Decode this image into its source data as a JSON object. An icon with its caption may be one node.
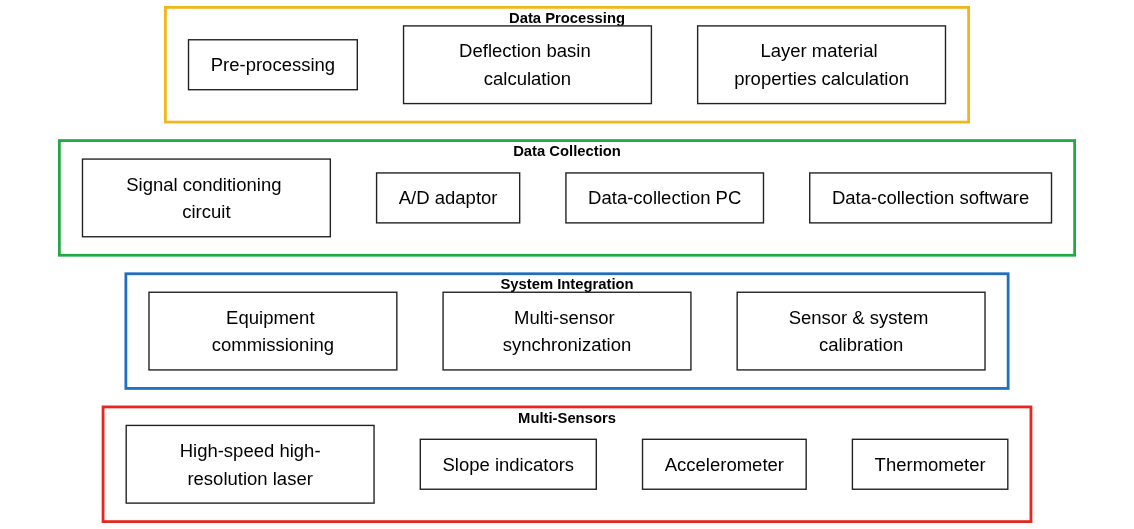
{
  "diagram": {
    "nodes": [
      {
        "text": [
          "Data Processing"
        ]
      },
      {
        "text": [
          "Pre-processing"
        ],
        "in": 0
      },
      {
        "text": [
          "Deflection basin calculation"
        ],
        "in": 0
      },
      {
        "text": [
          "Layer material properties calculation"
        ],
        "in": 0
      },
      {
        "text": [
          "Data Collection"
        ]
      },
      {
        "text": [
          "Signal conditioning circuit"
        ],
        "in": 4
      },
      {
        "text": [
          "A/D adaptor"
        ],
        "in": 4
      },
      {
        "text": [
          "Data-collection PC"
        ],
        "in": 4
      },
      {
        "text": [
          "Data-collection software"
        ],
        "in": 4
      },
      {
        "text": [
          "System Integration"
        ]
      },
      {
        "text": [
          "Equipment commissioning"
        ],
        "in": 9
      },
      {
        "text": [
          "Multi-sensor synchronization"
        ],
        "in": 9
      },
      {
        "text": [
          "Sensor & system calibration"
        ],
        "in": 9
      },
      {
        "text": [
          "Multi-Sensors"
        ]
      },
      {
        "text": [
          "High-speed high-resolution laser"
        ],
        "in": 13
      },
      {
        "text": [
          "Slope indicators"
        ],
        "in": 13
      },
      {
        "text": [
          "Accelerometer"
        ],
        "in": 13
      },
      {
        "text": [
          "Thermometer"
        ],
        "in": 13
      }
    ]
  }
}
